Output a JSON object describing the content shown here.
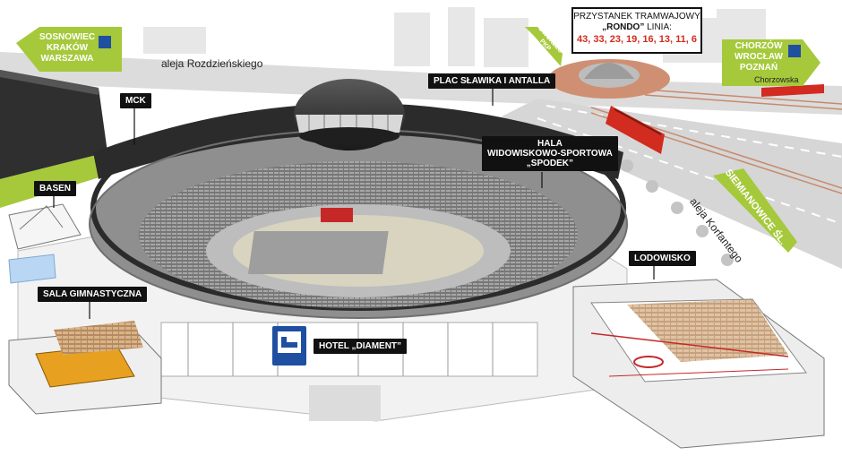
{
  "signs": {
    "sosnowiec": [
      "SOSNOWIEC",
      "KRAKÓW",
      "WARSZAWA"
    ],
    "chorzow": [
      "CHORZÓW",
      "WROCŁAW",
      "POZNAŃ"
    ],
    "siemianowice": "SIEMIANOWICE ŚL.",
    "dworzec": [
      "DWORZEC",
      "PKP"
    ]
  },
  "tram_box": {
    "title": "PRZYSTANEK TRAMWAJOWY",
    "rondo": "„RONDO”",
    "linia": "LINIA:",
    "lines": "43, 33, 23, 19, 16, 13, 11, 6"
  },
  "streets": {
    "rozdzienskiego": "aleja Rozdzieńskiego",
    "korfantego": "aleja Korfantego",
    "chorzowska": "Chorzowska"
  },
  "labels": {
    "mck": "MCK",
    "plac": "PLAC SŁAWIKA I ANTALLA",
    "hala": [
      "HALA",
      "WIDOWISKOWO-SPORTOWA",
      "„SPODEK”"
    ],
    "basen": "BASEN",
    "sala": "SALA GIMNASTYCZNA",
    "hotel": "HOTEL „DIAMENT”",
    "lodowisko": "LODOWISKO"
  },
  "colors": {
    "sign_green": "#a5c93b",
    "label_dark": "#111111",
    "tram_red": "#d22b1f",
    "arena_dark": "#2b2b2b",
    "seat_gray": "#8a8a8a",
    "court_orange": "#e8a020"
  }
}
